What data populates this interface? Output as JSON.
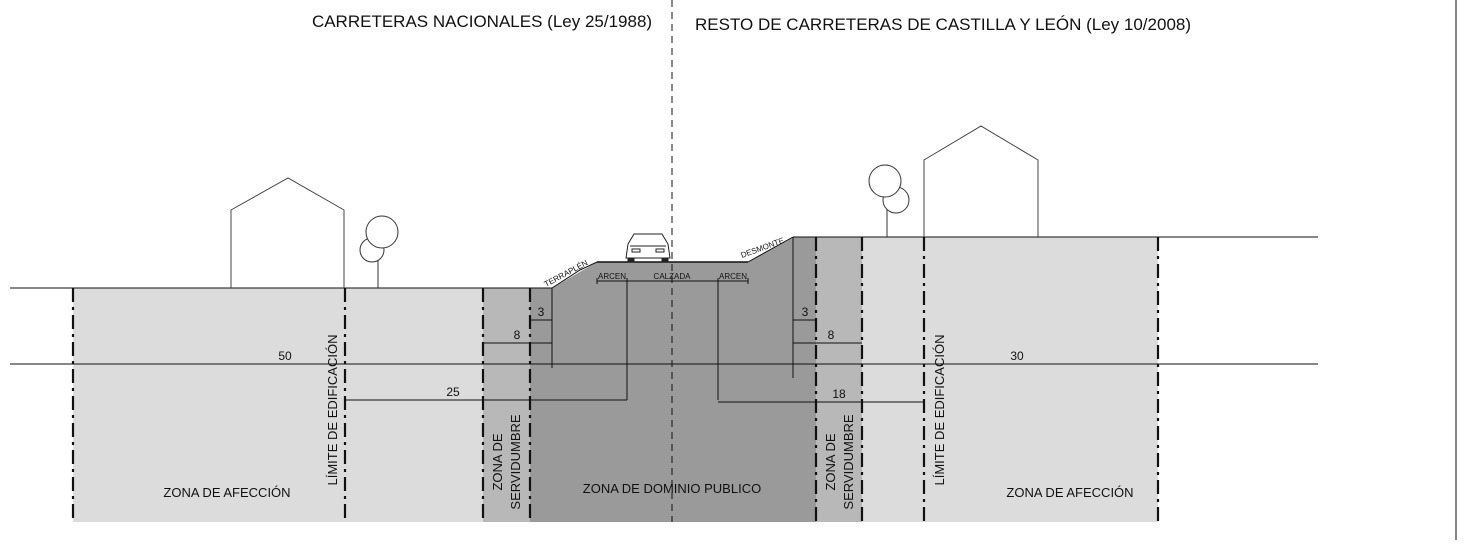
{
  "headers": {
    "left": "CARRETERAS NACIONALES (Ley 25/1988)",
    "right": "RESTO DE CARRETERAS DE CASTILLA Y LEÓN (Ley 10/2008)"
  },
  "road_labels": {
    "terraplen": "TERRAPLÉN",
    "desmonte": "DESMONTE",
    "arcen_left": "ARCEN",
    "calzada": "CALZADA",
    "arcen_right": "ARCEN"
  },
  "zones": {
    "afeccion_left": "ZONA DE AFECCIÓN",
    "afeccion_right": "ZONA DE AFECCIÓN",
    "dominio_publico": "ZONA DE DOMINIO PUBLICO",
    "servidumbre_left_line1": "ZONA",
    "servidumbre_left_line2": "DE",
    "servidumbre_left_line3": "SERVIDUMBRE",
    "servidumbre_right_line1": "ZONA",
    "servidumbre_right_line2": "DE",
    "servidumbre_right_line3": "SERVIDUMBRE",
    "limite_edificacion_left": "LÍMITE DE EDIFICACIÓN",
    "limite_edificacion_right": "LÍMITE DE EDIFICACIÓN"
  },
  "dimensions": {
    "left_afeccion": "50",
    "left_edificacion": "25",
    "left_servidumbre": "8",
    "left_dominio": "3",
    "right_afeccion": "30",
    "right_edificacion": "18",
    "right_servidumbre": "8",
    "right_dominio": "3"
  },
  "colors": {
    "afeccion": "#dcdcdc",
    "servidumbre": "#b8b8b8",
    "dominio": "#9a9a9a",
    "lines": "#111111"
  }
}
